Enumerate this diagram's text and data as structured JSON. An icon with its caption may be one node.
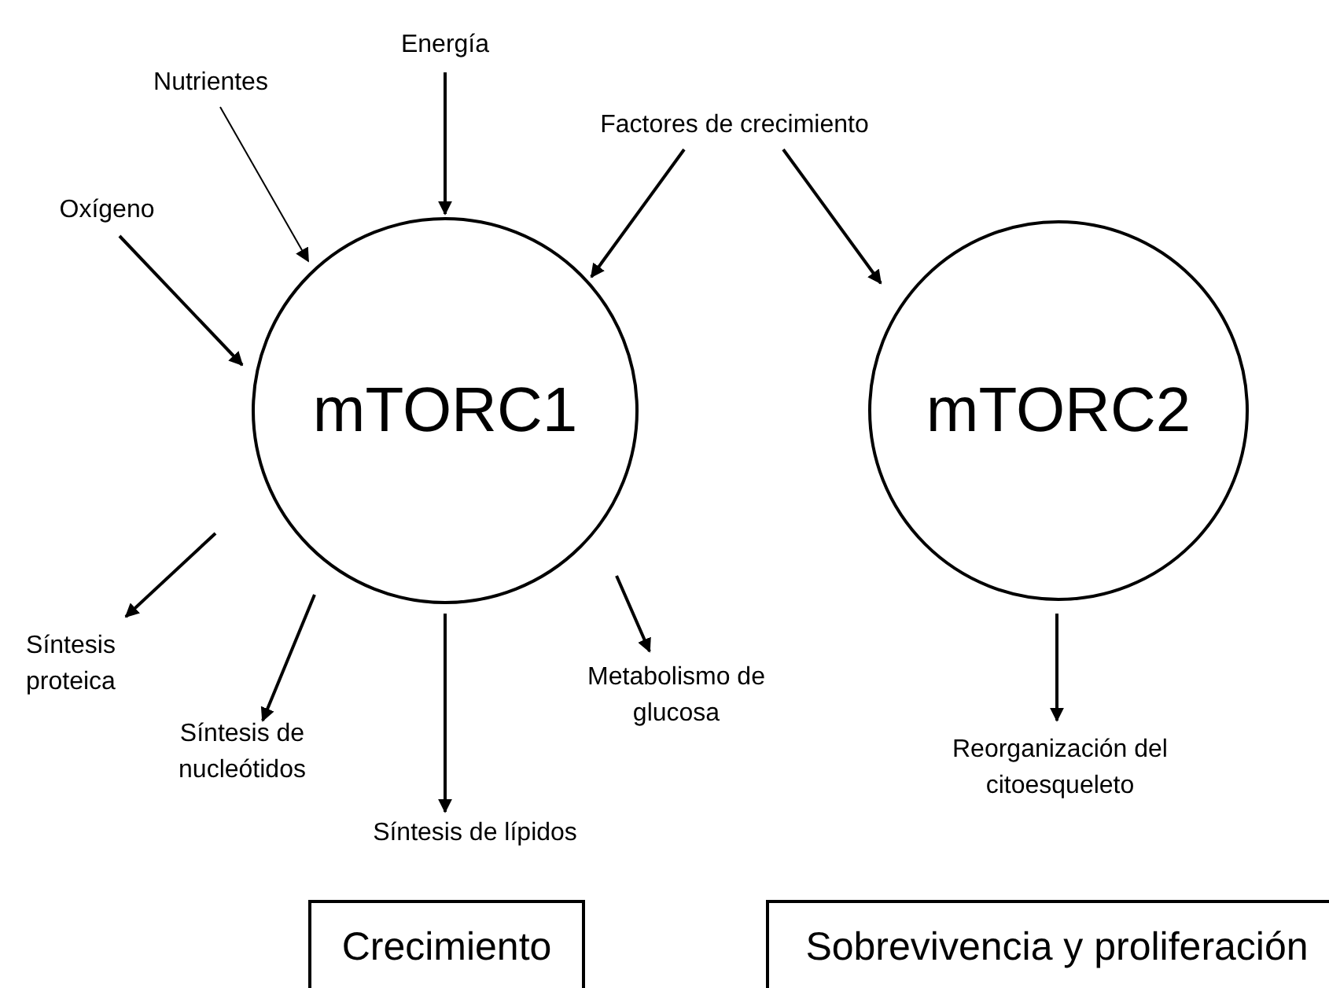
{
  "diagram": {
    "nodes": [
      {
        "text": [
          "Energía"
        ]
      },
      {
        "text": [
          "Nutrientes"
        ]
      },
      {
        "text": [
          "Oxígeno"
        ]
      },
      {
        "text": [
          "Factores de crecimiento"
        ]
      },
      {
        "text": [
          "mTORC1"
        ]
      },
      {
        "text": [
          "mTORC2"
        ]
      },
      {
        "text": [
          "Síntesis proteica"
        ]
      },
      {
        "text": [
          "Síntesis de nucleótidos"
        ]
      },
      {
        "text": [
          "Síntesis de lípidos"
        ]
      },
      {
        "text": [
          "Metabolismo de glucosa"
        ]
      },
      {
        "text": [
          "Reorganización del citoesqueleto"
        ]
      },
      {
        "text": [
          "Crecimiento"
        ]
      },
      {
        "text": [
          "Sobrevivencia y proliferación"
        ]
      }
    ],
    "edges": [
      {
        "from": 0,
        "to": 4,
        "arrow": "to"
      },
      {
        "from": 1,
        "to": 4,
        "arrow": "to"
      },
      {
        "from": 2,
        "to": 4,
        "arrow": "to"
      },
      {
        "from": 3,
        "to": 4,
        "arrow": "to"
      },
      {
        "from": 3,
        "to": 5,
        "arrow": "to"
      },
      {
        "from": 4,
        "to": 6,
        "arrow": "to"
      },
      {
        "from": 4,
        "to": 7,
        "arrow": "to"
      },
      {
        "from": 4,
        "to": 8,
        "arrow": "to"
      },
      {
        "from": 4,
        "to": 9,
        "arrow": "to"
      },
      {
        "from": 5,
        "to": 10,
        "arrow": "to"
      }
    ]
  }
}
